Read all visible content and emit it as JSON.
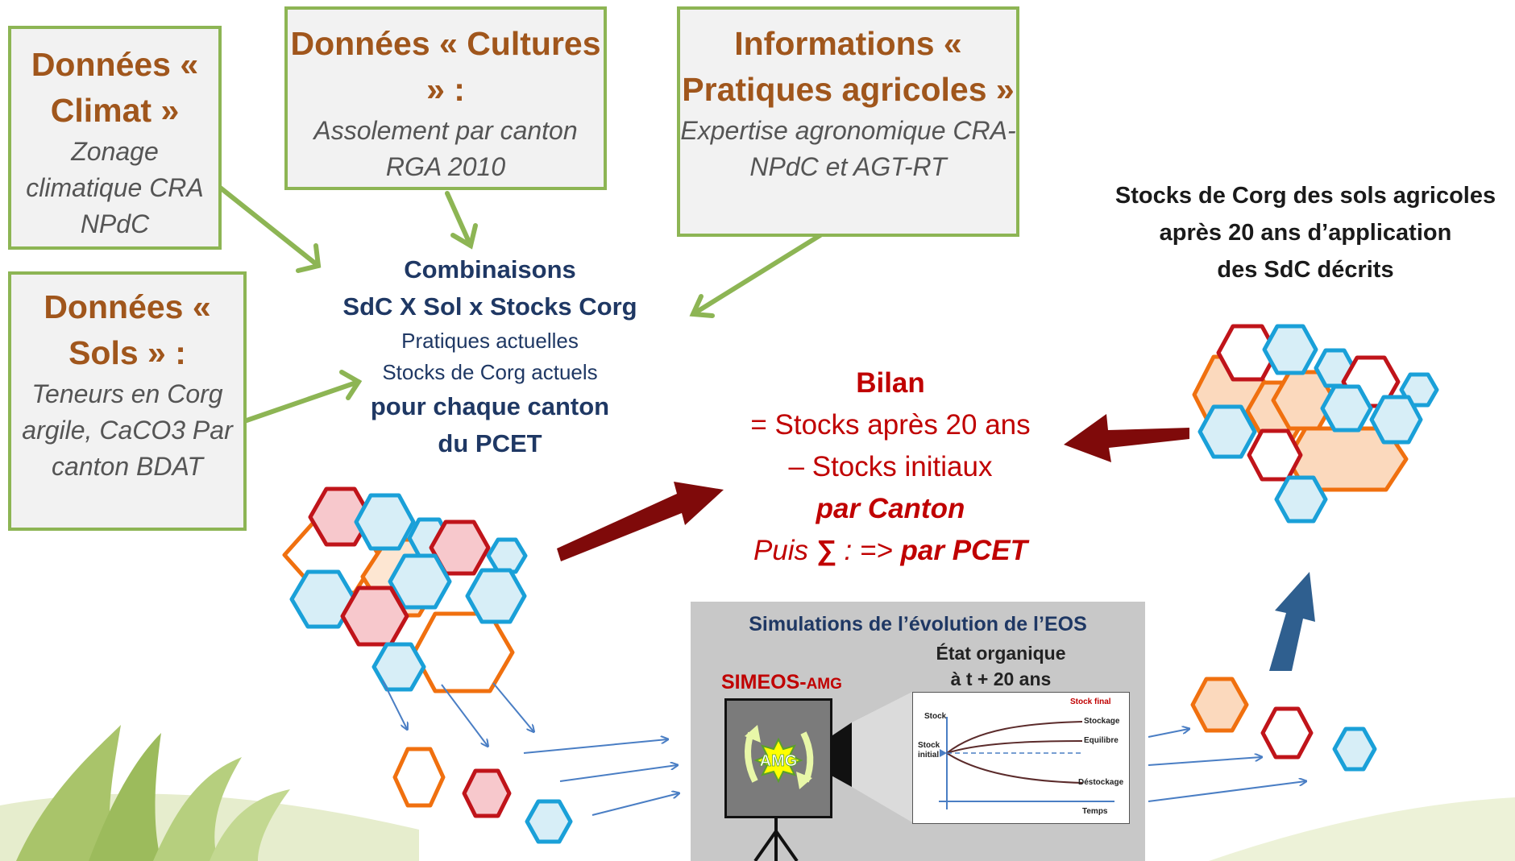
{
  "boxes": {
    "climat": {
      "title": "Données « Climat »",
      "body": "Zonage climatique CRA NPdC"
    },
    "cultures": {
      "title": "Données « Cultures » :",
      "body": "Assolement par canton RGA  2010"
    },
    "pratiques": {
      "title": "Informations « Pratiques agricoles »",
      "body": "Expertise agronomique CRA-NPdC et AGT-RT"
    },
    "sols": {
      "title": "Données « Sols » :",
      "body": "Teneurs en Corg argile, CaCO3 Par canton BDAT"
    }
  },
  "combinaisons": {
    "line1": "Combinaisons",
    "line2": "SdC X Sol x Stocks Corg",
    "line3": "Pratiques actuelles",
    "line4": "Stocks de Corg actuels",
    "line5": "pour chaque canton",
    "line6": "du PCET"
  },
  "stocks_final": {
    "line1": "Stocks de Corg des sols agricoles",
    "line2": "après 20 ans d’application",
    "line3": "des SdC décrits"
  },
  "bilan": {
    "title": "Bilan",
    "line1": "= Stocks après 20 ans",
    "line2": "–  Stocks initiaux",
    "line3": "par Canton",
    "line4_prefix": "Puis ",
    "line4_sigma": "∑",
    "line4_mid": " : => ",
    "line4_suffix": "par PCET"
  },
  "simulation": {
    "title": "Simulations de l’évolution de l’EOS",
    "etat_line1": "État organique",
    "etat_line2": "à t + 20 ans",
    "simeos": "SIMEOS-",
    "simeos_small": "AMG",
    "amg": "AMG",
    "graph": {
      "stock": "Stock",
      "stock_final": "Stock final",
      "stock_initial_1": "Stock",
      "stock_initial_2": "initial",
      "stockage": "Stockage",
      "equilibre": "Equilibre",
      "destockage": "Déstockage",
      "temps": "Temps"
    }
  },
  "colors": {
    "box_border": "#8db554",
    "box_title": "#a0561c",
    "navy": "#1f3864",
    "dark_red": "#c00000",
    "arrow_red": "#7f0a0a",
    "arrow_blue": "#2f5f8f",
    "hex_orange": "#f0700f",
    "hex_red": "#c0141a",
    "hex_blue": "#1aa0d8"
  }
}
